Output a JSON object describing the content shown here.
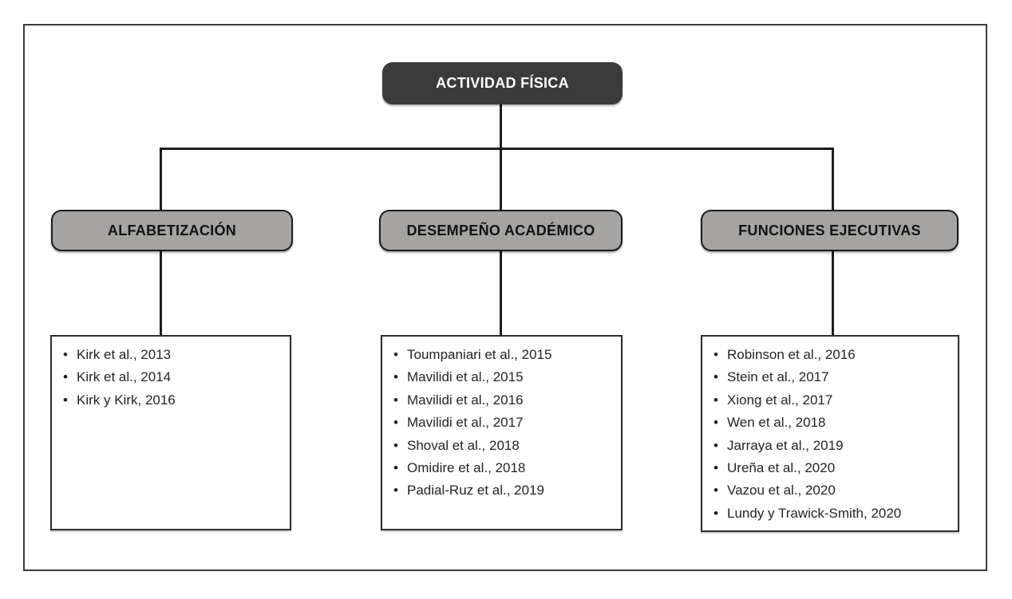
{
  "diagram": {
    "glyphs": {
      "bullet": "•"
    },
    "colors": {
      "root_bg": "#3b3b3b",
      "root_text": "#ffffff",
      "branch_bg": "#a6a4a2",
      "branch_text": "#121212",
      "line": "#1c1c1c",
      "frame_border": "#3d3d3d",
      "list_border": "#2e2e2e"
    },
    "root": {
      "label": "ACTIVIDAD FÍSICA"
    },
    "branches": [
      {
        "label": "ALFABETIZACIÓN",
        "references": [
          "Kirk et al., 2013",
          "Kirk et al., 2014",
          "Kirk y Kirk, 2016"
        ]
      },
      {
        "label": "DESEMPEÑO ACADÉMICO",
        "references": [
          "Toumpaniari et al., 2015",
          "Mavilidi et al., 2015",
          "Mavilidi et al., 2016",
          "Mavilidi et al., 2017",
          "Shoval et al., 2018",
          "Omidire et al., 2018",
          "Padial-Ruz et al., 2019"
        ]
      },
      {
        "label": "FUNCIONES EJECUTIVAS",
        "references": [
          "Robinson et al., 2016",
          "Stein et al., 2017",
          "Xiong et al., 2017",
          "Wen et al., 2018",
          "Jarraya et al., 2019",
          "Ureña et al., 2020",
          "Vazou et al., 2020",
          "Lundy y Trawick-Smith, 2020"
        ]
      }
    ]
  }
}
